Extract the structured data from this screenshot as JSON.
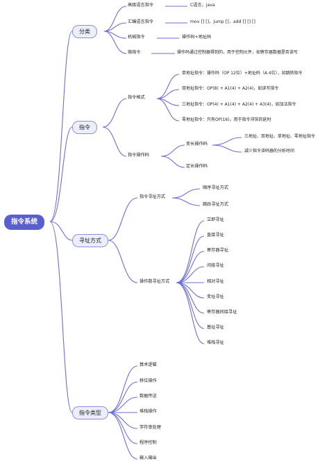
{
  "root": {
    "label": "指令系统"
  },
  "branches": [
    {
      "label": "分类",
      "children": [
        {
          "label": "高级语言指令",
          "children": [
            {
              "label": "C语言，java"
            }
          ]
        },
        {
          "label": "汇编语言指令",
          "children": [
            {
              "label": "mov [] []，jump []，add [] [] []"
            }
          ]
        },
        {
          "label": "机械指令",
          "children": [
            {
              "label": "操作码+地址码"
            }
          ]
        },
        {
          "label": "微指令",
          "children": [
            {
              "label": "操作码通过控制器得到的，用于控制元件，如寄存器数据是否读写"
            }
          ]
        }
      ]
    },
    {
      "label": "指令",
      "children": [
        {
          "label": "指令格式",
          "children": [
            {
              "label": "单地址指令：操作码（OP 12位）+地址码（A 4位），如跳转指令"
            },
            {
              "label": "双地址指令：OP(8) + A1(4) + A2(4)，如读写指令"
            },
            {
              "label": "三地址指令：OP(4) + A1(4) + A2(4) + A3(4)，如加法指令"
            },
            {
              "label": "零地址指令：只有OP(16)，用于指令冲突的延时"
            }
          ]
        },
        {
          "label": "指令操作码",
          "children": [
            {
              "label": "变长操作码",
              "children": [
                {
                  "label": "三地址、双地址、单地址、零地址指令"
                },
                {
                  "label": "减少指令译码器的分析时间"
                }
              ]
            },
            {
              "label": "定长操作码"
            }
          ]
        }
      ]
    },
    {
      "label": "寻址方式",
      "children": [
        {
          "label": "指令寻址方式",
          "children": [
            {
              "label": "顺序寻址方式"
            },
            {
              "label": "跳跃寻址方式"
            }
          ]
        },
        {
          "label": "操作数寻址方式",
          "children": [
            {
              "label": "立即寻址"
            },
            {
              "label": "直接寻址"
            },
            {
              "label": "寄存器寻址"
            },
            {
              "label": "间接寻址"
            },
            {
              "label": "相对寻址"
            },
            {
              "label": "变址寻址"
            },
            {
              "label": "寄存器间接寻址"
            },
            {
              "label": "基址寻址"
            },
            {
              "label": "堆栈寻址"
            }
          ]
        }
      ]
    },
    {
      "label": "指令类型",
      "children": [
        {
          "label": "算术逻辑"
        },
        {
          "label": "移位操作"
        },
        {
          "label": "数据传送"
        },
        {
          "label": "堆栈操作"
        },
        {
          "label": "字符串处理"
        },
        {
          "label": "程序控制"
        },
        {
          "label": "输入输出"
        }
      ]
    }
  ]
}
